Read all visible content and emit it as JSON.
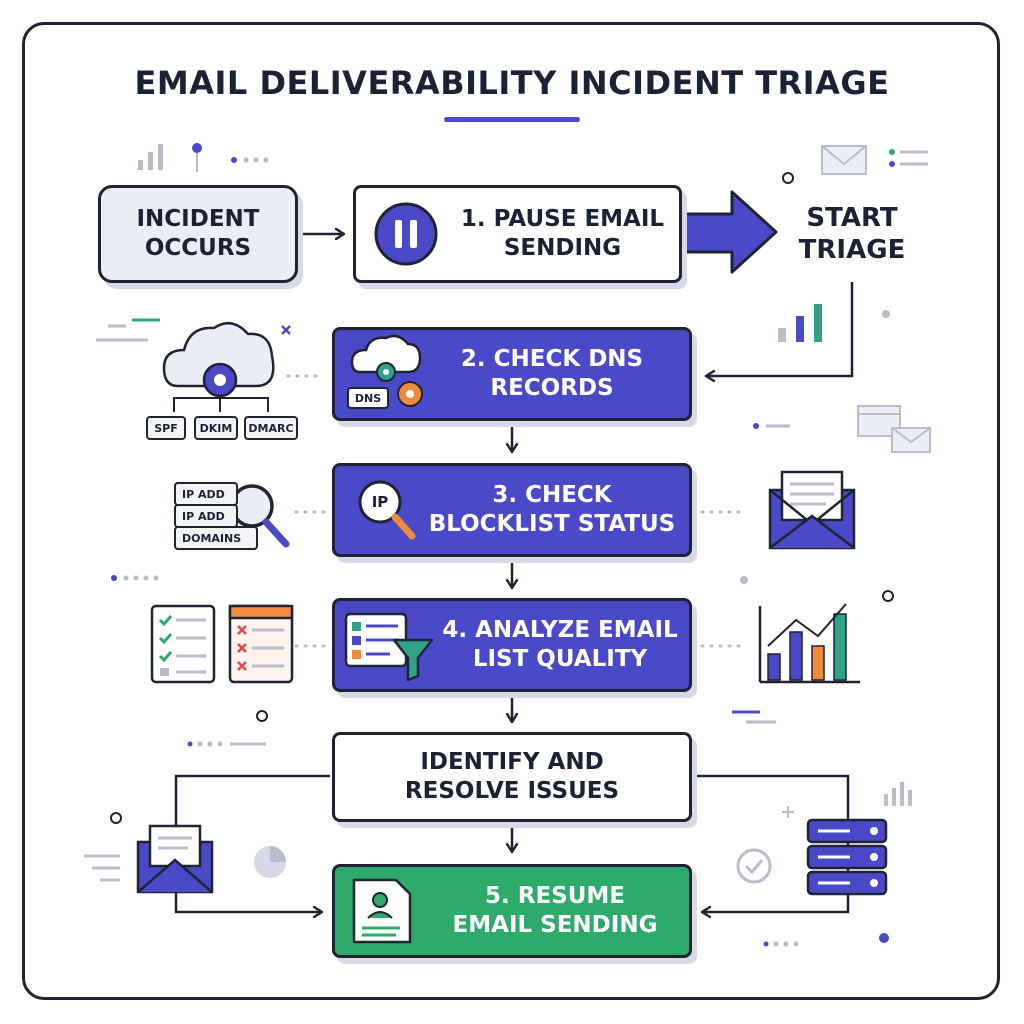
{
  "title": "EMAIL DELIVERABILITY INCIDENT TRIAGE",
  "nodes": {
    "incident": "INCIDENT\nOCCURS",
    "pause": "1. PAUSE EMAIL\nSENDING",
    "start": "START\nTRIAGE",
    "dns": "2. CHECK DNS\nRECORDS",
    "blocklist": "3. CHECK\nBLOCKLIST STATUS",
    "list_quality": "4. ANALYZE EMAIL\nLIST QUALITY",
    "identify": "IDENTIFY AND\nRESOLVE ISSUES",
    "resume": "5. RESUME\nEMAIL SENDING"
  },
  "icon_labels": {
    "dns_badge": "DNS",
    "spf": "SPF",
    "dkim": "DKIM",
    "dmarc": "DMARC",
    "ip_badge": "IP",
    "ip_add_1": "IP ADD",
    "ip_add_2": "IP ADD",
    "domains": "DOMAINS"
  },
  "colors": {
    "indigo": "#4a49c8",
    "green": "#2eaa6a",
    "orange": "#f08a3c",
    "teal": "#2fa38a",
    "ink": "#1f2333"
  },
  "icons": [
    "pause-icon",
    "cloud-gear-icon",
    "ip-magnifier-icon",
    "checklist-filter-icon",
    "resume-document-icon",
    "envelope-icon",
    "bar-chart-icon",
    "server-stack-icon",
    "pie-chart-icon",
    "checkmark-circle-icon"
  ]
}
